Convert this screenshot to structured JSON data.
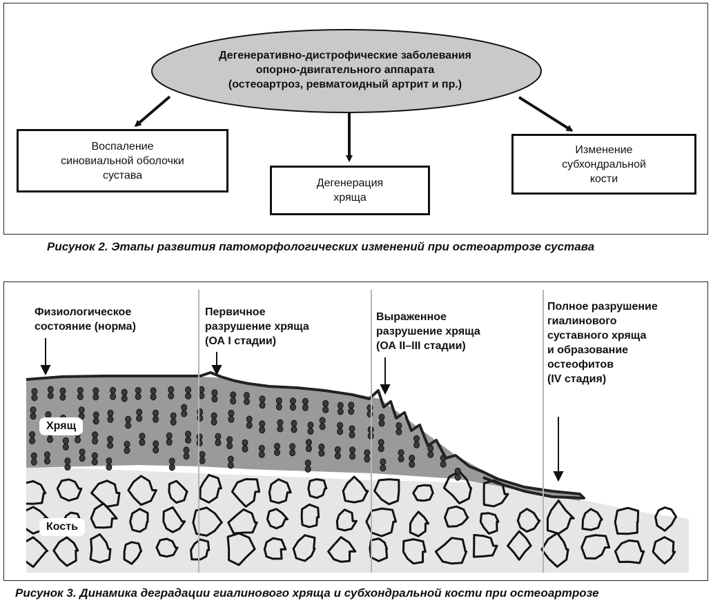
{
  "figure2": {
    "center": {
      "lines": [
        "Дегенеративно-дистрофические заболевания",
        "опорно-двигательного аппарата",
        "(остеоартроз, ревматоидный артрит и пр.)"
      ]
    },
    "boxes": {
      "left": [
        "Воспаление",
        "синовиальной оболочки",
        "сустава"
      ],
      "center": [
        "Дегенерация",
        "хряща"
      ],
      "right": [
        "Изменение",
        "субхондральной",
        "кости"
      ]
    },
    "caption": "Рисунок 2. Этапы развития патоморфологических изменений при остеоартрозе сустава"
  },
  "figure3": {
    "stages": [
      [
        "Физиологическое",
        "состояние (норма)"
      ],
      [
        "Первичное",
        "разрушение хряща",
        "(ОА I стадии)"
      ],
      [
        "Выраженное",
        "разрушение хряща",
        "(ОА II–III стадии)"
      ],
      [
        "Полное разрушение",
        "гиалинового",
        "суставного хряща",
        "и образование",
        "остеофитов",
        "(IV стадия)"
      ]
    ],
    "tags": {
      "cartilage": "Хрящ",
      "bone": "Кость"
    },
    "caption": "Рисунок 3. Динамика деградации гиалинового хряща и субхондральной кости при остеоартрозе"
  },
  "colors": {
    "ellipse": "#c9c9c9",
    "cartilage": "#9a9a9a",
    "bone": "#e6e6e6",
    "surface": "#222222",
    "divider": "#b5b5b5"
  }
}
